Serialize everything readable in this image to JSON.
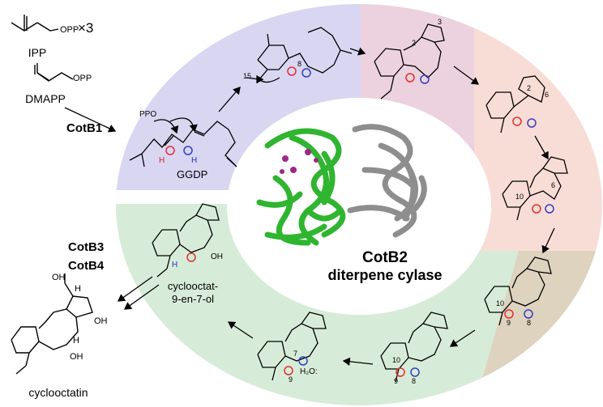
{
  "left_column": {
    "ipp_opp": "OPP",
    "ipp_multiplier": "×3",
    "ipp_label": "IPP",
    "dmapp_opp": "OPP",
    "dmapp_label": "DMAPP",
    "cotb1": "CotB1",
    "cotb3": "CotB3",
    "cotb4": "CotB4",
    "cyclooctatin_oh_top": "OH",
    "cyclooctatin_h_top": "H",
    "cyclooctatin_oh_right": "OH",
    "cyclooctatin_oh_bottom": "OH",
    "cyclooctatin_h_mid": "H",
    "cyclooctatin_label": "cyclooctatin"
  },
  "center": {
    "enzyme_name": "CotB2",
    "enzyme_desc": "diterpene cylase",
    "colors": {
      "chain_a": "#2fb52f",
      "chain_b": "#8e8e8e",
      "ligand": "#a0288a"
    }
  },
  "ring": {
    "colors": {
      "purple": "#d9d6f2",
      "pink": "#ecd2de",
      "salmon": "#f8ddd6",
      "tan": "#ddd3be",
      "green": "#d7ecd8"
    },
    "ggdp_label": "GGDP",
    "ppo_label": "PPO",
    "product_label_1": "cyclooctat-",
    "product_label_2": "9-en-7-ol",
    "product_oh": "OH",
    "product_h": "H",
    "atom_labels": {
      "c15": "15",
      "c8a": "8",
      "c3": "3",
      "c2a": "2",
      "c2b": "2",
      "c6a": "6",
      "c10a": "10",
      "c6b": "6",
      "c10b": "10",
      "c9a": "9",
      "c8b": "8",
      "c10c": "10",
      "c9b": "9",
      "c8c": "8",
      "c7": "7",
      "c9c": "9",
      "water": "H₂O:"
    },
    "h_marker": "H"
  }
}
